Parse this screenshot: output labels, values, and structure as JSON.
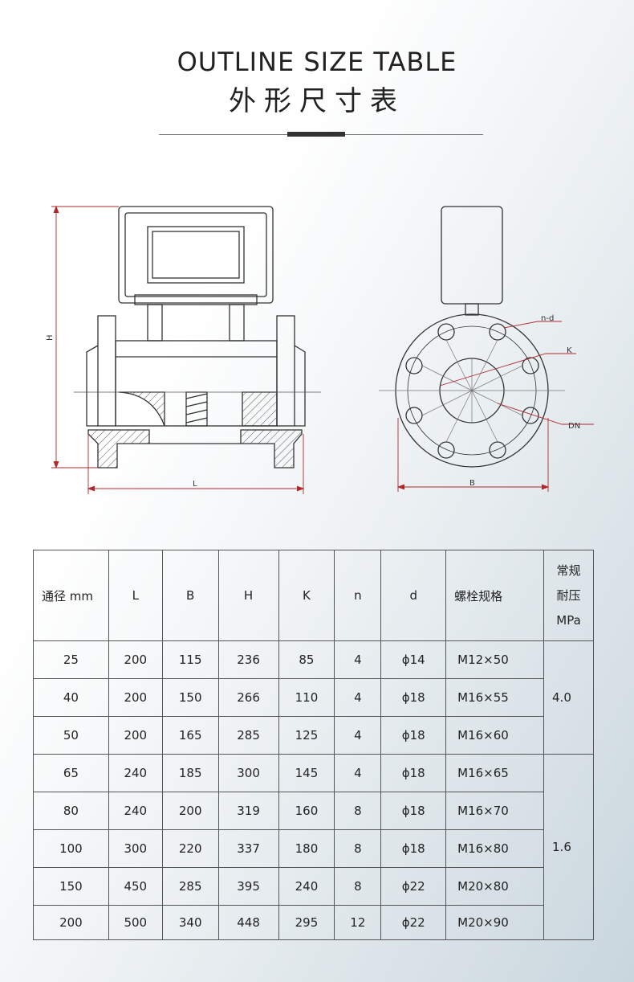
{
  "header": {
    "title_en": "OUTLINE SIZE TABLE",
    "title_cn": "外形尺寸表"
  },
  "drawing": {
    "labels": {
      "H": "H",
      "L": "L",
      "B": "B",
      "n_d": "n-d",
      "K": "K",
      "DN": "DN"
    },
    "colors": {
      "outline": "#333333",
      "dimension": "#b0282a",
      "hatch": "#555555"
    }
  },
  "table": {
    "headers": {
      "dn": "通径 mm",
      "L": "L",
      "B": "B",
      "H": "H",
      "K": "K",
      "n": "n",
      "d": "d",
      "bolt": "螺栓规格",
      "pressure_line1": "常规",
      "pressure_line2": "耐压",
      "pressure_line3": "MPa"
    },
    "rows": [
      {
        "dn": "25",
        "L": "200",
        "B": "115",
        "H": "236",
        "K": "85",
        "n": "4",
        "d": "ϕ14",
        "bolt": "M12×50"
      },
      {
        "dn": "40",
        "L": "200",
        "B": "150",
        "H": "266",
        "K": "110",
        "n": "4",
        "d": "ϕ18",
        "bolt": "M16×55"
      },
      {
        "dn": "50",
        "L": "200",
        "B": "165",
        "H": "285",
        "K": "125",
        "n": "4",
        "d": "ϕ18",
        "bolt": "M16×60"
      },
      {
        "dn": "65",
        "L": "240",
        "B": "185",
        "H": "300",
        "K": "145",
        "n": "4",
        "d": "ϕ18",
        "bolt": "M16×65"
      },
      {
        "dn": "80",
        "L": "240",
        "B": "200",
        "H": "319",
        "K": "160",
        "n": "8",
        "d": "ϕ18",
        "bolt": "M16×70"
      },
      {
        "dn": "100",
        "L": "300",
        "B": "220",
        "H": "337",
        "K": "180",
        "n": "8",
        "d": "ϕ18",
        "bolt": "M16×80"
      },
      {
        "dn": "150",
        "L": "450",
        "B": "285",
        "H": "395",
        "K": "240",
        "n": "8",
        "d": "ϕ22",
        "bolt": "M20×80"
      },
      {
        "dn": "200",
        "L": "500",
        "B": "340",
        "H": "448",
        "K": "295",
        "n": "12",
        "d": "ϕ22",
        "bolt": "M20×90"
      }
    ],
    "pressure_groups": [
      {
        "value": "4.0"
      },
      {
        "value": "1.6"
      }
    ]
  }
}
